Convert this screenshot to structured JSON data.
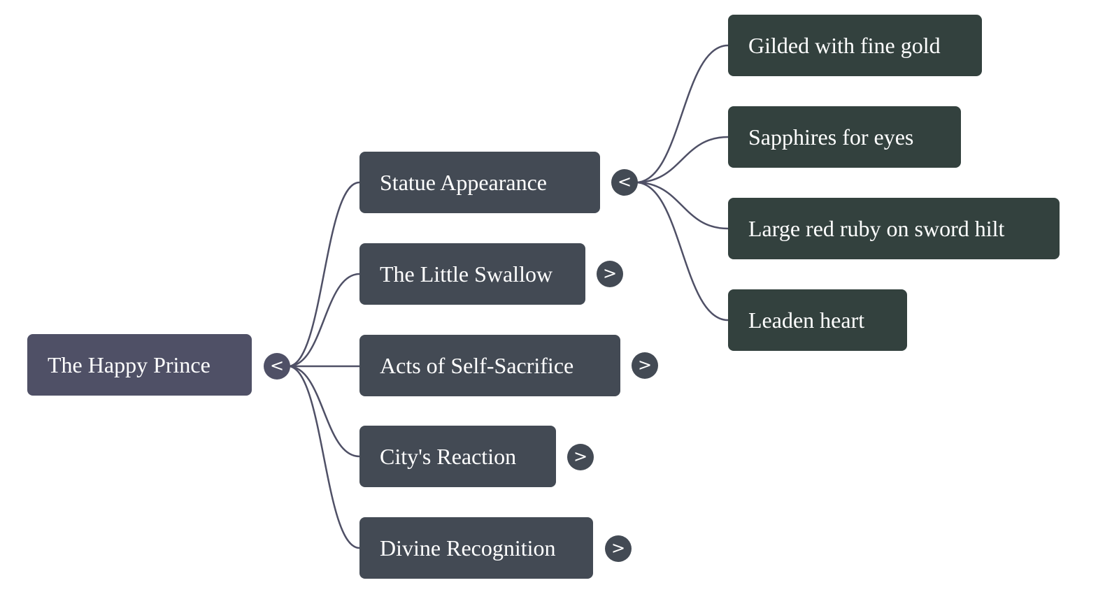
{
  "colors": {
    "root_fill": "#4f5066",
    "level1_fill": "#434a54",
    "level2_fill": "#33413e",
    "link_stroke": "#4f5066",
    "text": "#ffffff"
  },
  "root": {
    "label": "The Happy Prince",
    "toggle": "<",
    "expanded": true
  },
  "branches": [
    {
      "label": "Statue Appearance",
      "toggle": "<",
      "expanded": true,
      "children": [
        {
          "label": "Gilded with fine gold"
        },
        {
          "label": "Sapphires for eyes"
        },
        {
          "label": "Large red ruby on sword hilt"
        },
        {
          "label": "Leaden heart"
        }
      ]
    },
    {
      "label": "The Little Swallow",
      "toggle": ">",
      "expanded": false
    },
    {
      "label": "Acts of Self-Sacrifice",
      "toggle": ">",
      "expanded": false
    },
    {
      "label": "City's Reaction",
      "toggle": ">",
      "expanded": false
    },
    {
      "label": "Divine Recognition",
      "toggle": ">",
      "expanded": false
    }
  ]
}
